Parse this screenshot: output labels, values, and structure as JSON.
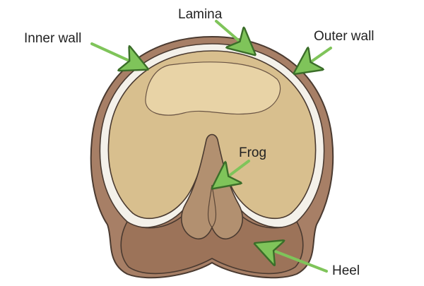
{
  "labels": {
    "lamina": "Lamina",
    "inner_wall": "Inner wall",
    "outer_wall": "Outer wall",
    "frog": "Frog",
    "heel": "Heel"
  },
  "colors": {
    "outer_wall": "#a77f66",
    "white_line": "#f4f1ea",
    "sole": "#d8bf8e",
    "sole_highlight": "#e8d3a6",
    "frog": "#b29070",
    "heel": "#9c7359",
    "outline": "#4a3a30",
    "arrow": "#7fc45a"
  },
  "icons": {
    "arrow": "green-pointer-arrow"
  }
}
